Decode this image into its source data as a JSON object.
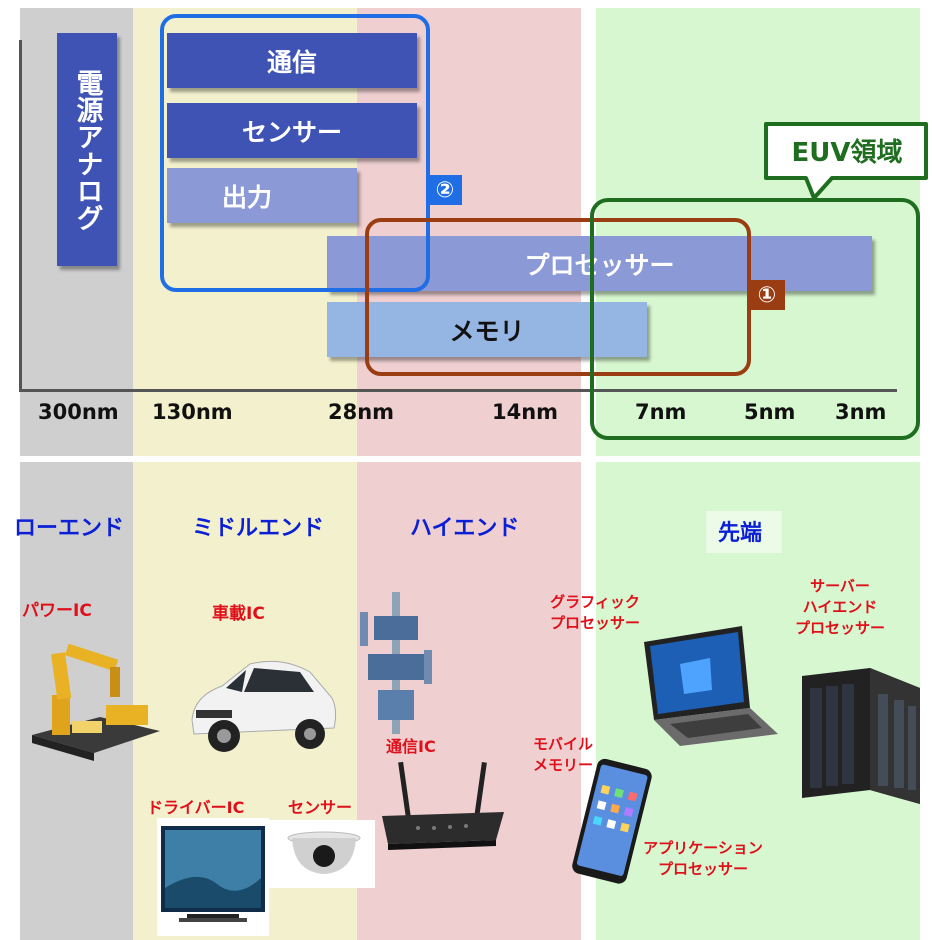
{
  "top": {
    "analog_label": "電源アナログ",
    "bars": {
      "comm": "通信",
      "sensor": "センサー",
      "output": "出力",
      "processor": "プロセッサー",
      "memory": "メモリ"
    },
    "markers": {
      "one": "①",
      "two": "②"
    },
    "euv_label": "EUV領域",
    "ticks": [
      "300nm",
      "130nm",
      "28nm",
      "14nm",
      "7nm",
      "5nm",
      "3nm"
    ]
  },
  "bottom": {
    "categories": [
      "ローエンド",
      "ミドルエンド",
      "ハイエンド",
      "先端"
    ],
    "items": {
      "power_ic": "パワーIC",
      "car_ic": "車載IC",
      "driver_ic": "ドライバーIC",
      "sensor": "センサー",
      "comm_ic": "通信IC",
      "graphic_proc": "グラフィック\nプロセッサー",
      "mobile_mem": "モバイル\nメモリー",
      "app_proc": "アプリケーション\nプロセッサー",
      "server_proc": "サーバー\nハイエンド\nプロセッサー"
    }
  },
  "colors": {
    "gray": "#cfcfcf",
    "yellow": "#f3f1cd",
    "pink": "#efcfd0",
    "green": "#d6f7cf",
    "dark_bar": "#3f53b5",
    "blue_outline": "#1f6ee6",
    "brown_outline": "#9a3d12",
    "green_outline": "#1f6e1f",
    "category_blue": "#0a1fd6",
    "red_label": "#e0101a"
  }
}
